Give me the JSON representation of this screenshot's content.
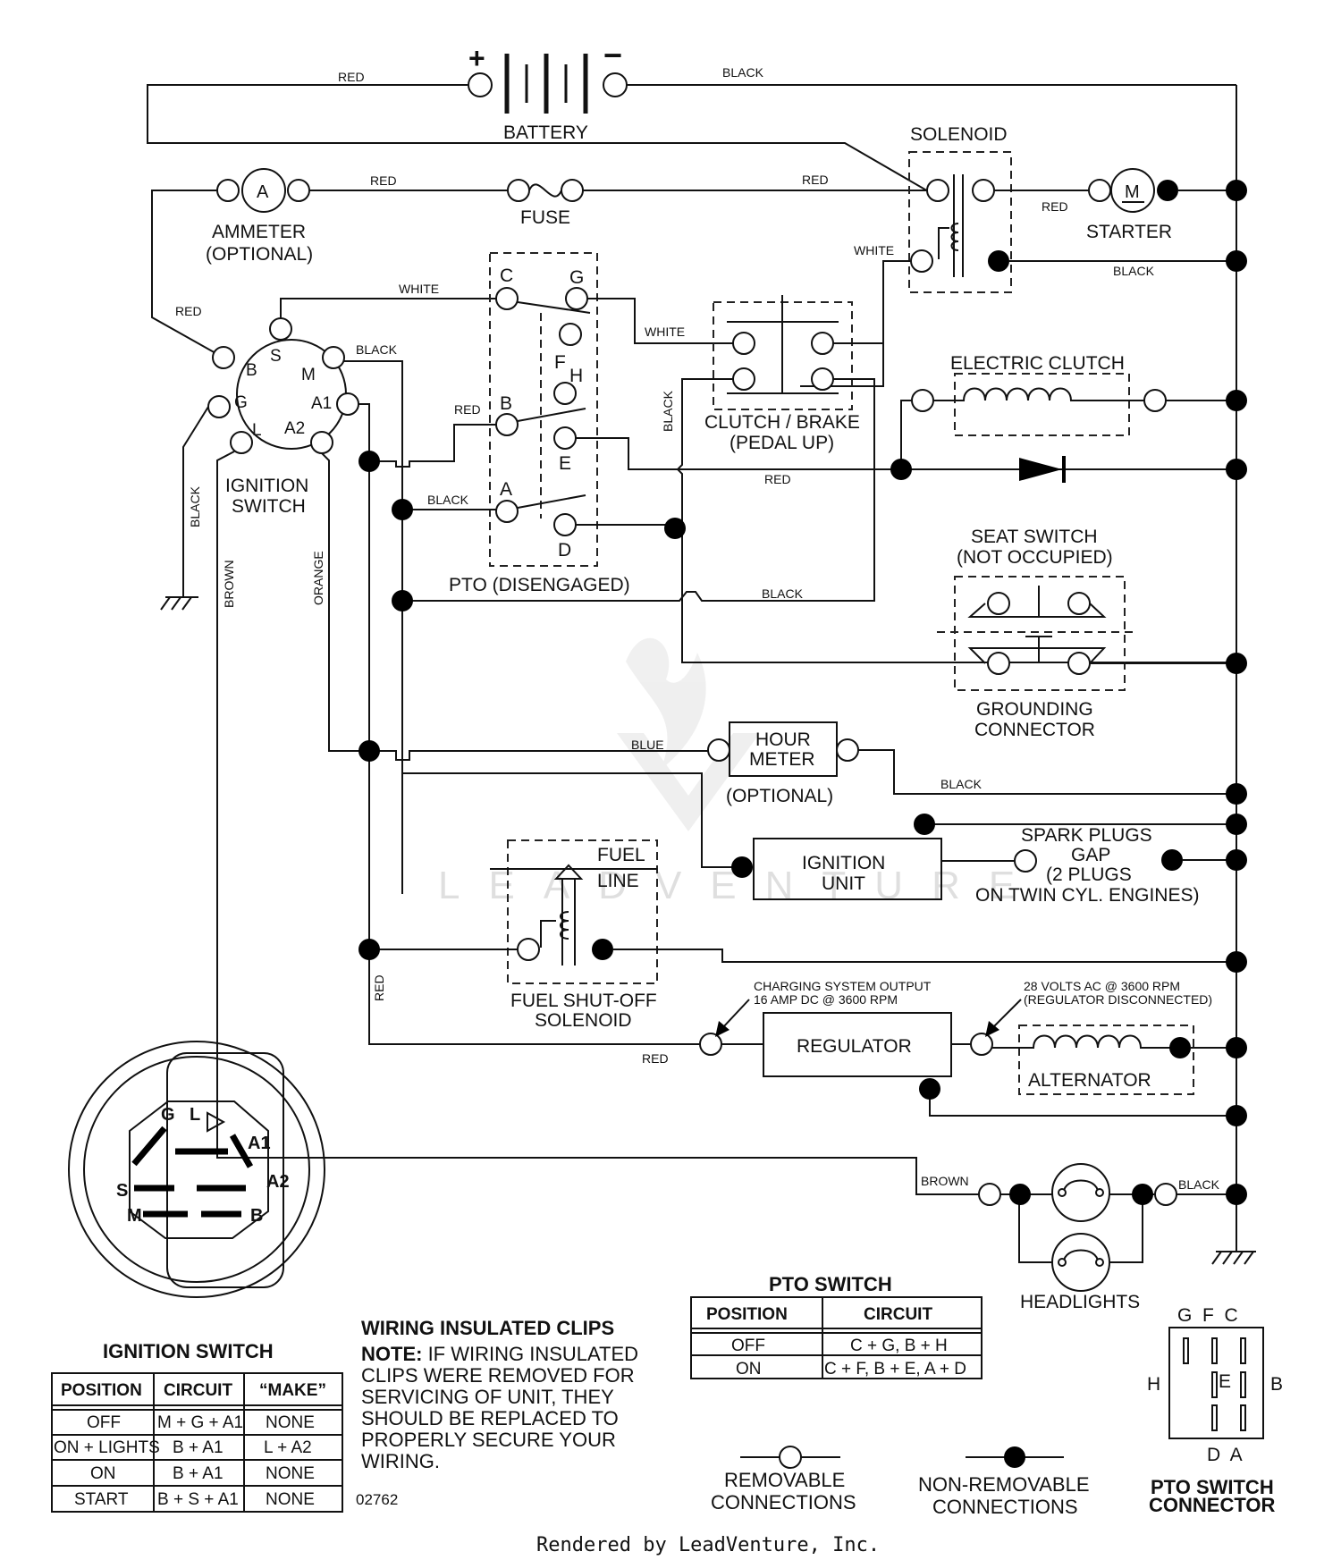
{
  "components": {
    "battery": "BATTERY",
    "solenoid": "SOLENOID",
    "ammeter": "AMMETER",
    "ammeter_optional": "(OPTIONAL)",
    "ammeter_symbol": "A",
    "fuse": "FUSE",
    "starter": "STARTER",
    "starter_symbol": "M",
    "pto": "PTO (DISENGAGED)",
    "clutch_brake": "CLUTCH / BRAKE",
    "clutch_brake_sub": "(PEDAL UP)",
    "electric_clutch": "ELECTRIC CLUTCH",
    "seat_switch": "SEAT SWITCH",
    "seat_switch_sub": "(NOT OCCUPIED)",
    "grounding": "GROUNDING",
    "connector": "CONNECTOR",
    "ignition_switch_1": "IGNITION",
    "ignition_switch_2": "SWITCH",
    "hour_meter_1": "HOUR",
    "hour_meter_2": "METER",
    "hour_meter_opt": "(OPTIONAL)",
    "ignition_unit_1": "IGNITION",
    "ignition_unit_2": "UNIT",
    "spark_1": "SPARK PLUGS",
    "spark_2": "GAP",
    "spark_3": "(2 PLUGS",
    "spark_4": "ON TWIN CYL. ENGINES)",
    "fuel_line_1": "FUEL",
    "fuel_line_2": "LINE",
    "fuel_sol_1": "FUEL SHUT-OFF",
    "fuel_sol_2": "SOLENOID",
    "regulator": "REGULATOR",
    "alternator": "ALTERNATOR",
    "charge_1": "CHARGING SYSTEM OUTPUT",
    "charge_2": "16 AMP DC @ 3600 RPM",
    "alt_1": "28 VOLTS AC @ 3600 RPM",
    "alt_2": "(REGULATOR DISCONNECTED)",
    "headlights": "HEADLIGHTS"
  },
  "terminals": {
    "plus": "+",
    "minus": "−",
    "pto": [
      "C",
      "G",
      "F",
      "H",
      "B",
      "E",
      "A",
      "D"
    ],
    "ign": [
      "B",
      "S",
      "M",
      "G",
      "L",
      "A2",
      "A1"
    ]
  },
  "wires": {
    "red": "RED",
    "black": "BLACK",
    "white": "WHITE",
    "blue": "BLUE",
    "brown": "BROWN",
    "orange": "ORANGE"
  },
  "ign_face_labels": [
    "G",
    "L",
    "A1",
    "S",
    "A2",
    "M",
    "B"
  ],
  "ignition_table": {
    "title": "IGNITION SWITCH",
    "headers": [
      "POSITION",
      "CIRCUIT",
      "“MAKE”"
    ],
    "rows": [
      [
        "OFF",
        "M + G + A1",
        "NONE"
      ],
      [
        "ON + LIGHTS",
        "B + A1",
        "L + A2"
      ],
      [
        "ON",
        "B + A1",
        "NONE"
      ],
      [
        "START",
        "B + S + A1",
        "NONE"
      ]
    ]
  },
  "pto_table": {
    "title": "PTO SWITCH",
    "headers": [
      "POSITION",
      "CIRCUIT"
    ],
    "rows": [
      [
        "OFF",
        "C + G, B + H"
      ],
      [
        "ON",
        "C + F, B + E, A + D"
      ]
    ]
  },
  "note": {
    "title": "WIRING INSULATED CLIPS",
    "lead": "NOTE:",
    "lines": [
      " IF WIRING INSULATED",
      "CLIPS WERE REMOVED FOR",
      "SERVICING OF UNIT, THEY",
      "SHOULD BE REPLACED TO",
      "PROPERLY SECURE YOUR",
      "WIRING."
    ],
    "code": "02762"
  },
  "legend": {
    "removable_1": "REMOVABLE",
    "removable_2": "CONNECTIONS",
    "nonremovable_1": "NON-REMOVABLE",
    "nonremovable_2": "CONNECTIONS"
  },
  "pto_connector": {
    "top": "G  F  C",
    "left": "H",
    "right": "B",
    "center": "E",
    "bottom": "D  A",
    "title_1": "PTO SWITCH",
    "title_2": "CONNECTOR"
  },
  "watermark": "LEADVENTURE",
  "footer": "Rendered by LeadVenture, Inc."
}
